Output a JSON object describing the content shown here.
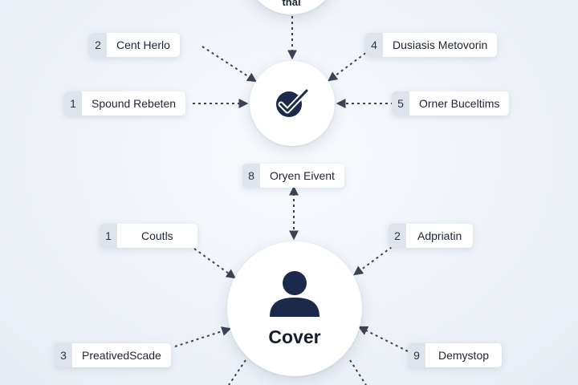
{
  "center_nodes": {
    "top": {
      "label": "thai"
    },
    "check": {
      "icon": "check-circle-icon"
    },
    "cover": {
      "icon": "user-icon",
      "label": "Cover"
    }
  },
  "top_chips": [
    {
      "num": "2",
      "label": "Cent Herlo"
    },
    {
      "num": "4",
      "label": "Dusiasis Metovorin"
    },
    {
      "num": "1",
      "label": "Spound Rebeten"
    },
    {
      "num": "5",
      "label": "Orner Buceltims"
    }
  ],
  "middle_chip": {
    "num": "8",
    "label": "Oryen Eivent"
  },
  "bottom_chips": [
    {
      "num": "1",
      "label": "Coutls"
    },
    {
      "num": "2",
      "label": "Adpriatin"
    },
    {
      "num": "3",
      "label": "PreativedScade"
    },
    {
      "num": "9",
      "label": "Demystop"
    }
  ],
  "colors": {
    "icon": "#1b2a4a",
    "edge": "#3c4454",
    "chip_number_bg": "#dfe4ec"
  }
}
